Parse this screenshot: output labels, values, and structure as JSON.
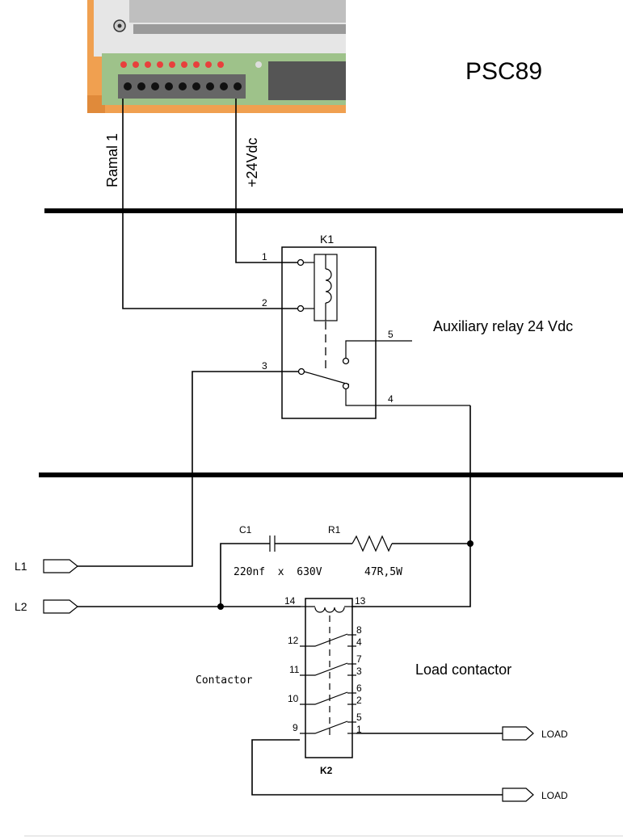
{
  "device": {
    "title": "PSC89",
    "led_color": "#e8403c",
    "board_color": "#9ec28a",
    "frame_color": "#f0a050",
    "panel_color": "#555555"
  },
  "wires": {
    "ramal": "Ramal 1",
    "supply": "+24Vdc"
  },
  "relay": {
    "name": "K1",
    "pins": [
      "1",
      "2",
      "3",
      "4",
      "5"
    ],
    "description": "Auxiliary relay 24 Vdc"
  },
  "inputs": {
    "l1": "L1",
    "l2": "L2"
  },
  "snubber": {
    "cap_name": "C1",
    "cap_value": "220nf  x  630V",
    "res_name": "R1",
    "res_value": "47R,5W"
  },
  "contactor": {
    "name": "K2",
    "type_label": "Contactor",
    "description": "Load contactor",
    "coil_pins": [
      "14",
      "13"
    ],
    "left_pins": [
      "12",
      "11",
      "10",
      "9"
    ],
    "right_pins": [
      "8",
      "4",
      "7",
      "3",
      "6",
      "2",
      "5",
      "1"
    ]
  },
  "outputs": {
    "load1": "LOAD",
    "load2": "LOAD"
  }
}
